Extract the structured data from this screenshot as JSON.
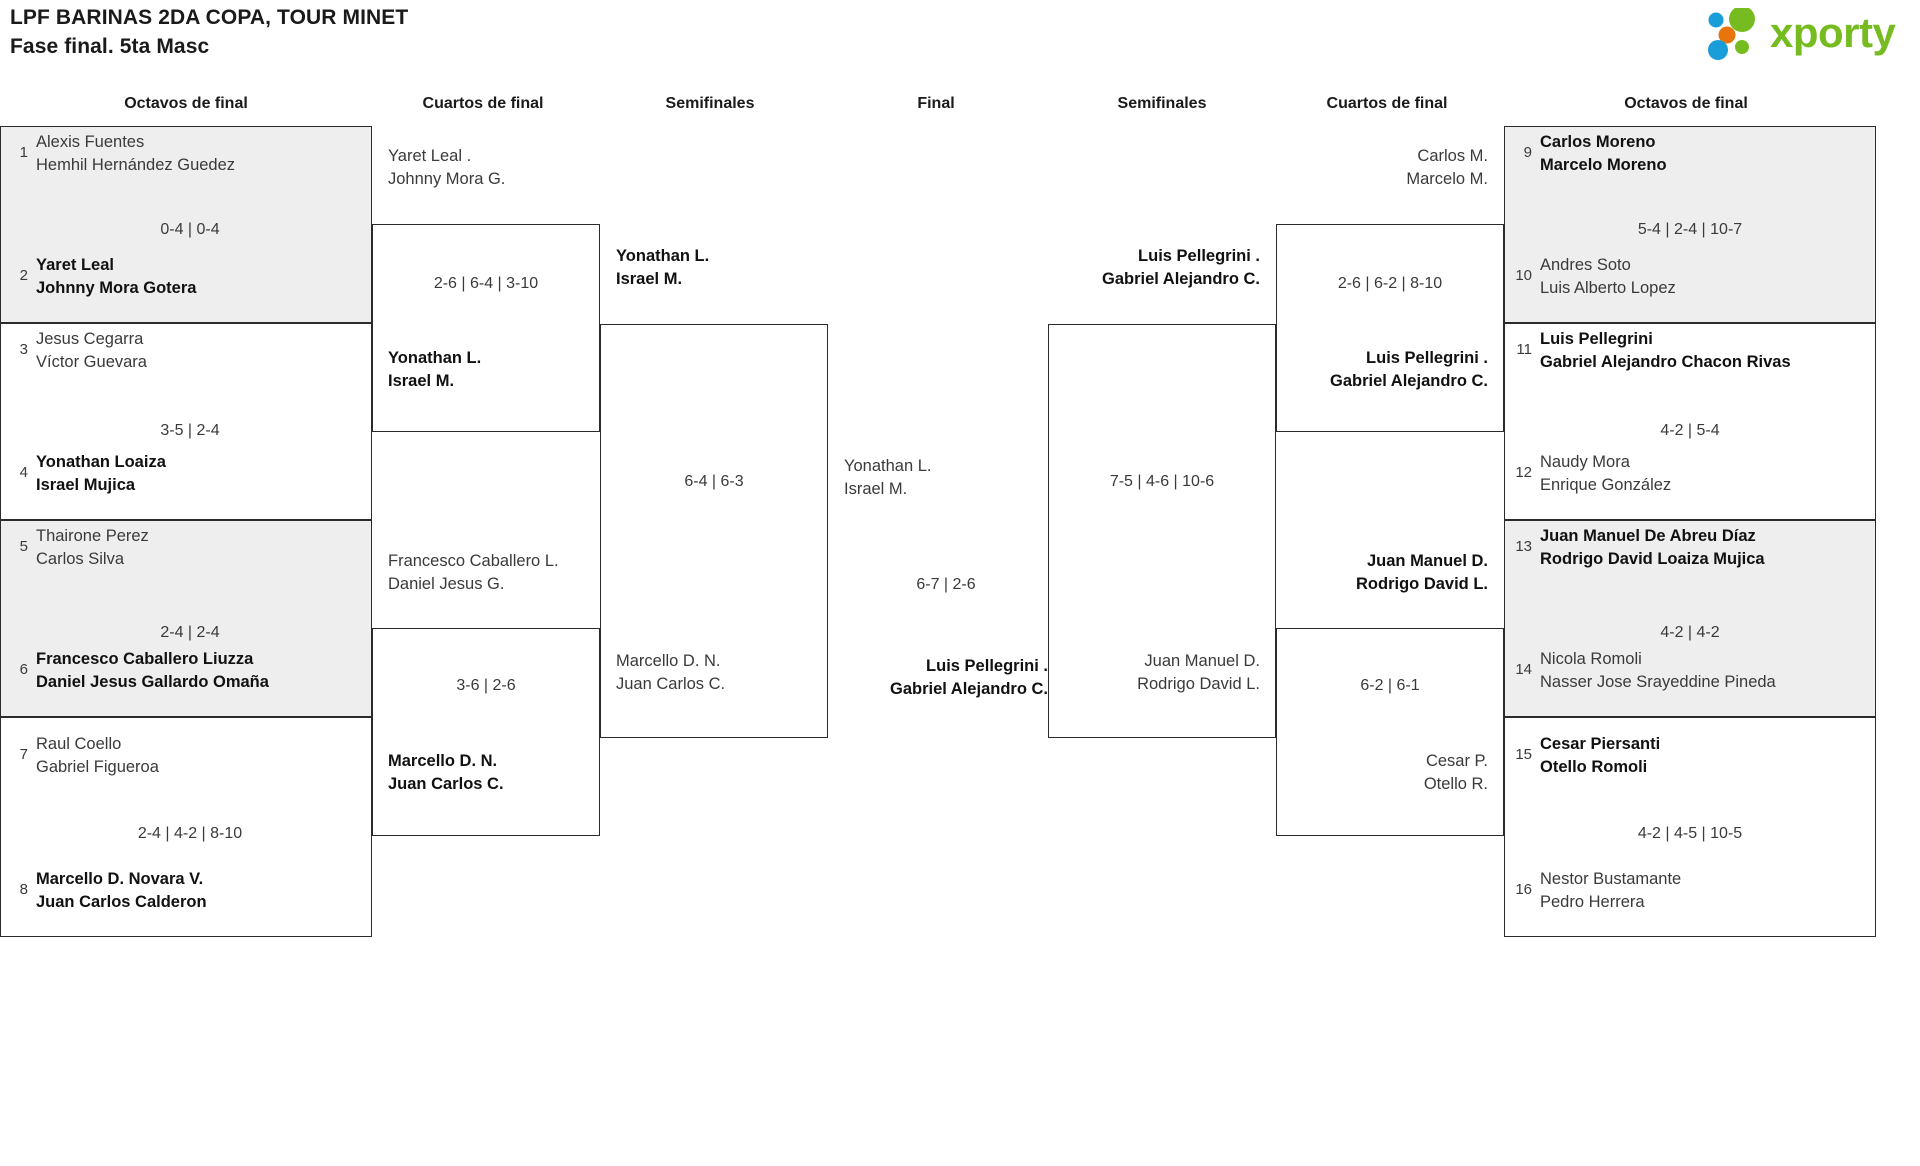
{
  "header": {
    "title_line1": "LPF BARINAS 2DA COPA, TOUR MINET",
    "title_line2": "Fase final. 5ta Masc",
    "logo_text": "xporty",
    "logo_colors": {
      "green": "#76bc21",
      "blue": "#1a9ed9",
      "orange": "#e8740c"
    }
  },
  "round_headers": [
    {
      "label": "Octavos de final"
    },
    {
      "label": "Cuartos de final"
    },
    {
      "label": "Semifinales"
    },
    {
      "label": "Final"
    },
    {
      "label": "Semifinales"
    },
    {
      "label": "Cuartos de final"
    },
    {
      "label": "Octavos de final"
    }
  ],
  "left": {
    "octavos": [
      {
        "seed": "1",
        "p1": "Alexis Fuentes",
        "p2": "Hemhil Hernández Guedez",
        "winner": false
      },
      {
        "seed": "2",
        "p1": "Yaret Leal",
        "p2": "Johnny Mora Gotera",
        "winner": true
      },
      {
        "seed": "3",
        "p1": "Jesus Cegarra",
        "p2": "Víctor Guevara",
        "winner": false
      },
      {
        "seed": "4",
        "p1": "Yonathan Loaiza",
        "p2": "Israel Mujica",
        "winner": true
      },
      {
        "seed": "5",
        "p1": "Thairone Perez",
        "p2": "Carlos Silva",
        "winner": false
      },
      {
        "seed": "6",
        "p1": "Francesco Caballero Liuzza",
        "p2": "Daniel Jesus Gallardo Omaña",
        "winner": true
      },
      {
        "seed": "7",
        "p1": "Raul Coello",
        "p2": "Gabriel Figueroa",
        "winner": false
      },
      {
        "seed": "8",
        "p1": "Marcello D. Novara V.",
        "p2": "Juan Carlos Calderon",
        "winner": true
      }
    ],
    "octavos_scores": [
      "0-4 | 0-4",
      "3-5 | 2-4",
      "2-4 | 2-4",
      "2-4 | 4-2 | 8-10"
    ],
    "cuartos": [
      {
        "p1": "Yaret Leal .",
        "p2": "Johnny Mora G.",
        "winner": false
      },
      {
        "p1": "Yonathan L.",
        "p2": "Israel M.",
        "winner": true
      },
      {
        "p1": "Francesco Caballero L.",
        "p2": "Daniel Jesus G.",
        "winner": false
      },
      {
        "p1": "Marcello D. N.",
        "p2": "Juan Carlos C.",
        "winner": true
      }
    ],
    "cuartos_scores": [
      "2-6 | 6-4 | 3-10",
      "3-6 | 2-6"
    ],
    "semis": [
      {
        "p1": "Yonathan L.",
        "p2": "Israel M.",
        "winner": true
      },
      {
        "p1": "Marcello D. N.",
        "p2": "Juan Carlos C.",
        "winner": false
      }
    ],
    "semis_scores": [
      "6-4 | 6-3"
    ],
    "finalist": {
      "p1": "Yonathan L.",
      "p2": "Israel M.",
      "winner": false
    }
  },
  "final": {
    "score": "6-7 | 2-6"
  },
  "right": {
    "octavos": [
      {
        "seed": "9",
        "p1": "Carlos Moreno",
        "p2": "Marcelo Moreno",
        "winner": true
      },
      {
        "seed": "10",
        "p1": "Andres Soto",
        "p2": "Luis Alberto Lopez",
        "winner": false
      },
      {
        "seed": "11",
        "p1": "Luis Pellegrini",
        "p2": "Gabriel Alejandro Chacon Rivas",
        "winner": true
      },
      {
        "seed": "12",
        "p1": "Naudy Mora",
        "p2": "Enrique González",
        "winner": false
      },
      {
        "seed": "13",
        "p1": "Juan Manuel De Abreu Díaz",
        "p2": "Rodrigo David Loaiza Mujica",
        "winner": true
      },
      {
        "seed": "14",
        "p1": "Nicola Romoli",
        "p2": "Nasser Jose Srayeddine Pineda",
        "winner": false
      },
      {
        "seed": "15",
        "p1": "Cesar Piersanti",
        "p2": "Otello Romoli",
        "winner": true
      },
      {
        "seed": "16",
        "p1": "Nestor Bustamante",
        "p2": "Pedro Herrera",
        "winner": false
      }
    ],
    "octavos_scores": [
      "5-4 | 2-4 | 10-7",
      "4-2 | 5-4",
      "4-2 | 4-2",
      "4-2 | 4-5 | 10-5"
    ],
    "cuartos": [
      {
        "p1": "Carlos M.",
        "p2": "Marcelo M.",
        "winner": false
      },
      {
        "p1": "Luis Pellegrini .",
        "p2": "Gabriel Alejandro C.",
        "winner": true
      },
      {
        "p1": "Juan Manuel D.",
        "p2": "Rodrigo David L.",
        "winner": true
      },
      {
        "p1": "Cesar P.",
        "p2": "Otello R.",
        "winner": false
      }
    ],
    "cuartos_scores": [
      "2-6 | 6-2 | 8-10",
      "6-2 | 6-1"
    ],
    "semis": [
      {
        "p1": "Luis Pellegrini .",
        "p2": "Gabriel Alejandro C.",
        "winner": true
      },
      {
        "p1": "Juan Manuel D.",
        "p2": "Rodrigo David L.",
        "winner": false
      }
    ],
    "semis_scores": [
      "7-5 | 4-6 | 10-6"
    ],
    "finalist": {
      "p1": "Luis Pellegrini .",
      "p2": "Gabriel Alejandro C.",
      "winner": true
    }
  }
}
